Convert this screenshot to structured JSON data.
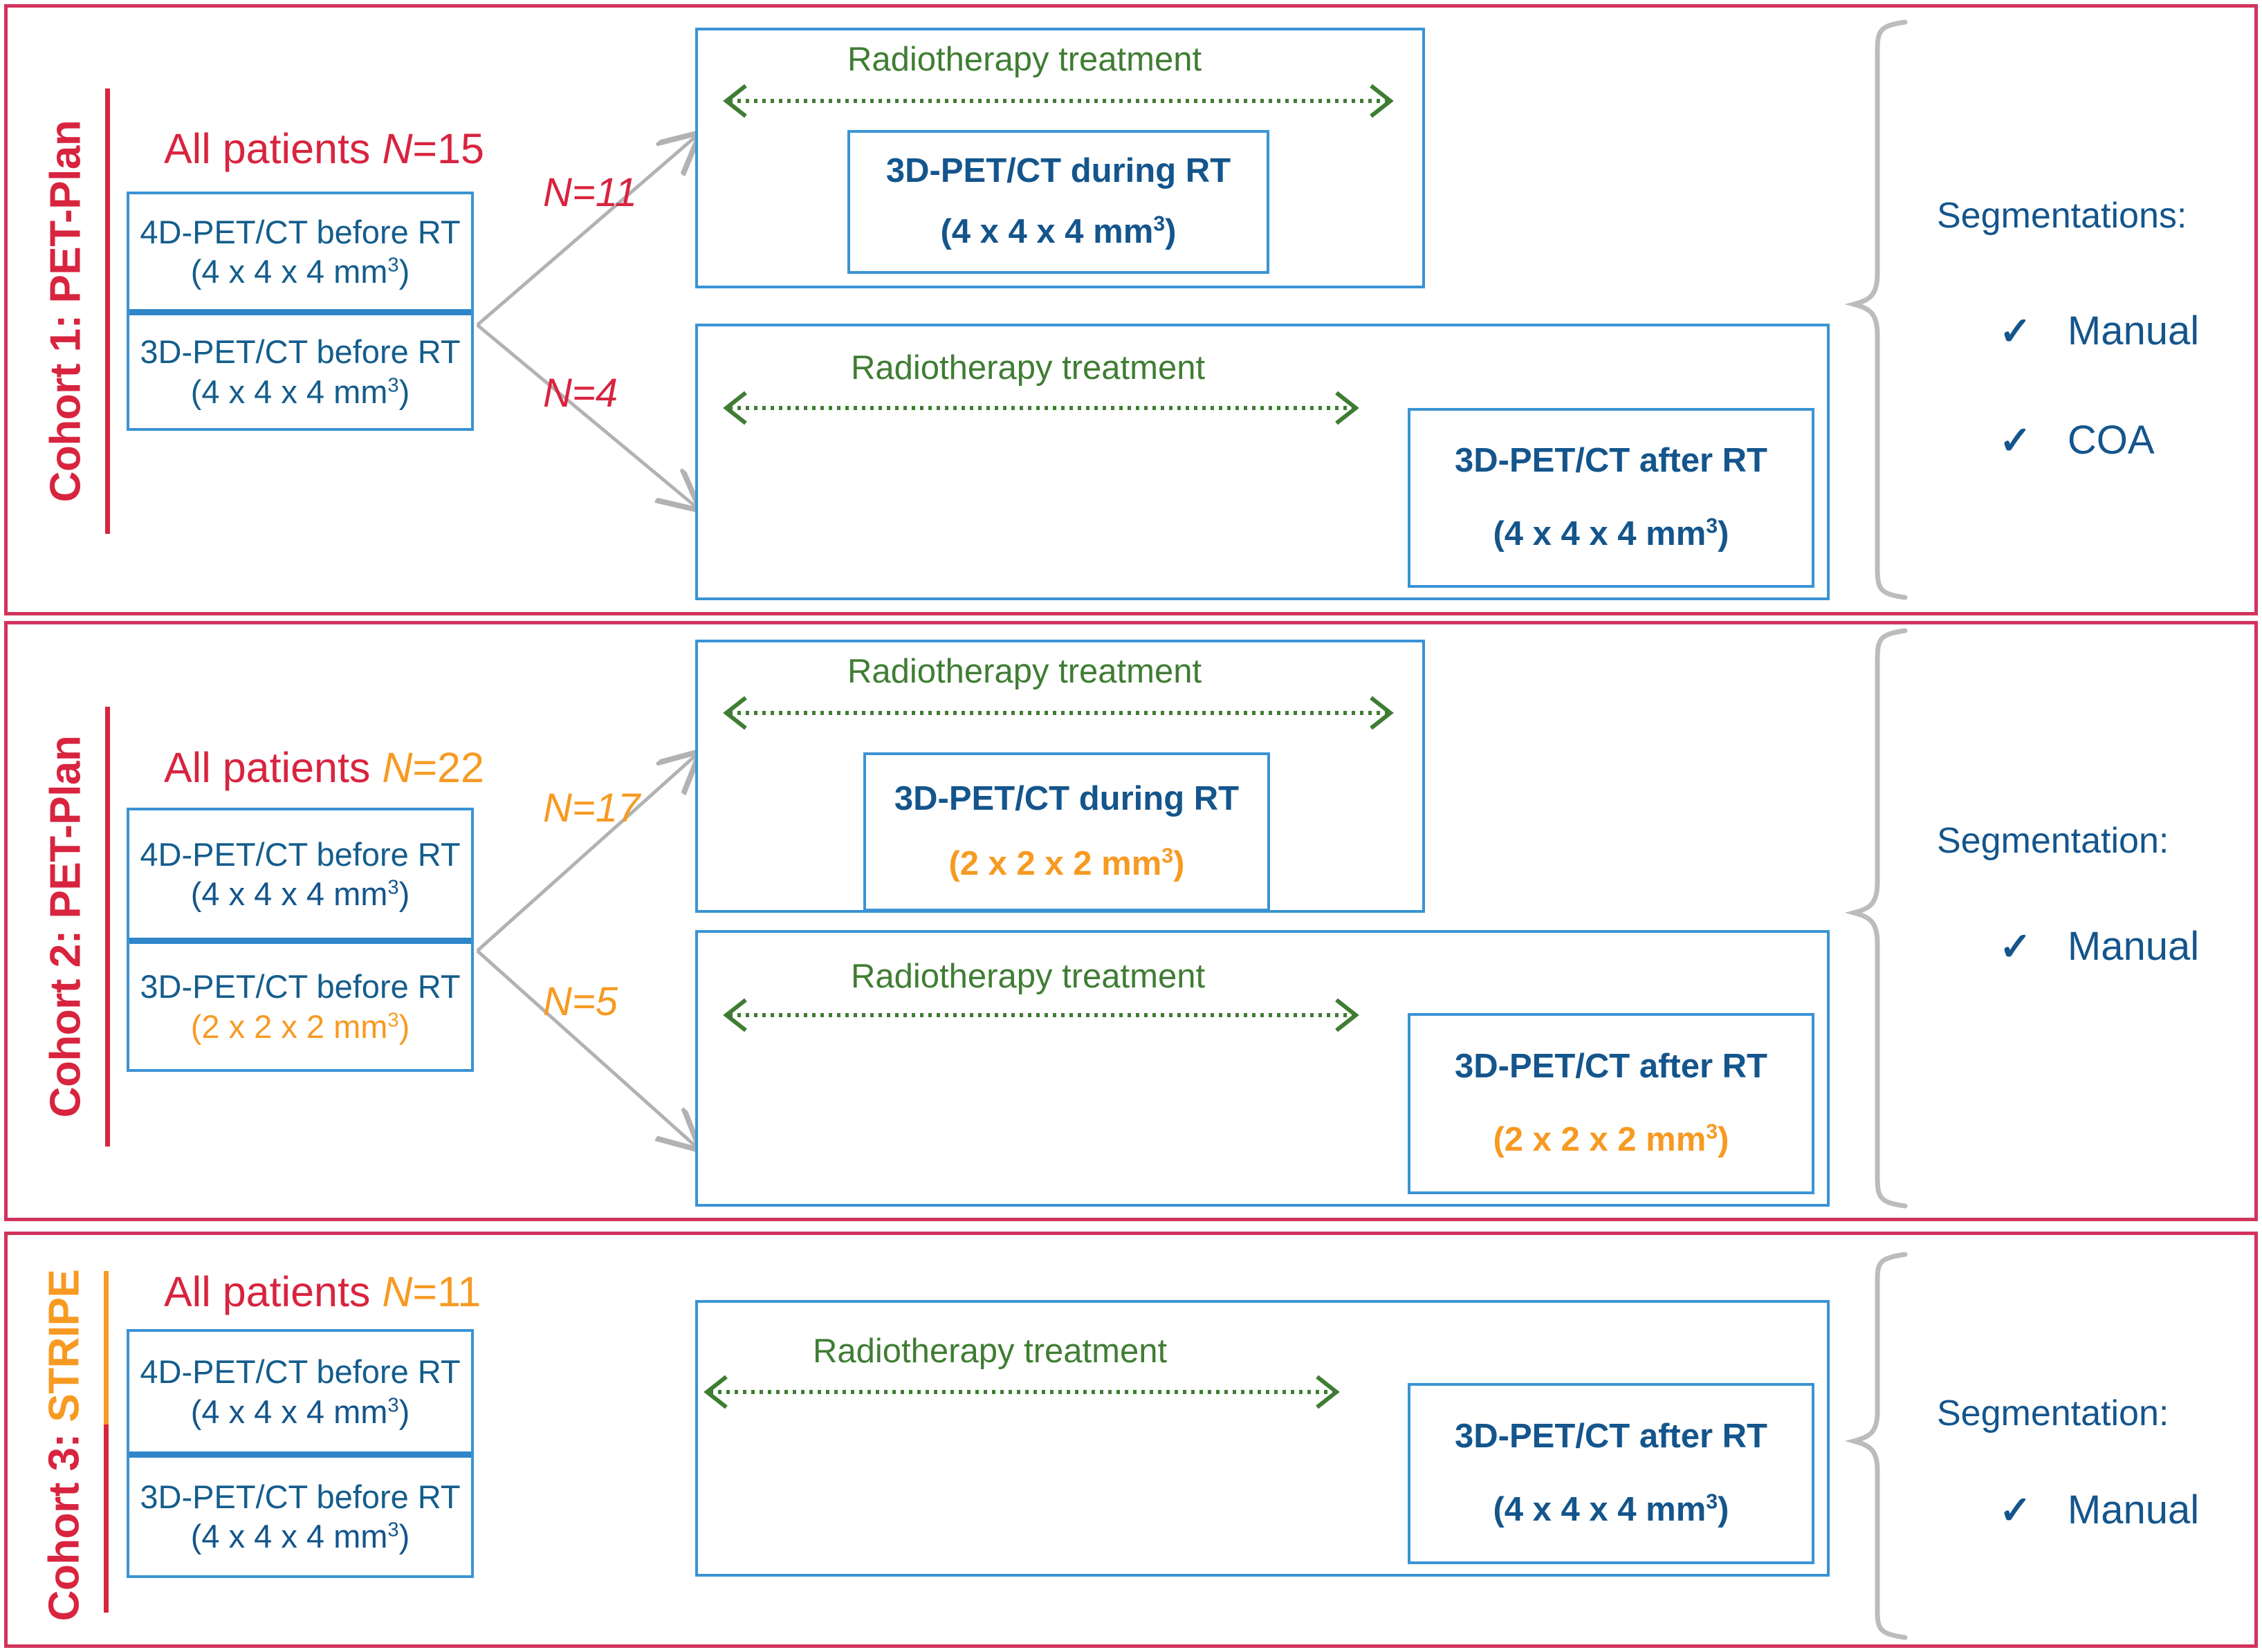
{
  "colors": {
    "frame_red": "#d2335c",
    "label_red": "#d8243f",
    "accent_orange": "#f79a22",
    "box_blue": "#3a93d4",
    "text_blue": "#14558c",
    "rt_green": "#3f7d33",
    "brace_gray": "#bcbcbc",
    "arrow_gray": "#b2b2b2"
  },
  "cohorts": [
    {
      "id": "cohort-1",
      "label_main": "Cohort 1: ",
      "label_accent": "PET-Plan",
      "label_accent_color": "red",
      "all_patients_text": "All patients ",
      "all_patients_n_prefix": "N",
      "all_patients_n_value": "=15",
      "all_patients_n_color": "red",
      "left_boxes": [
        {
          "title": "4D-PET/CT before RT",
          "res_open": "(4 x 4 x 4 mm",
          "res_sup": "3",
          "res_close": ")",
          "res_color": "blue"
        },
        {
          "title": "3D-PET/CT before RT",
          "res_open": "(4 x 4 x 4 mm",
          "res_sup": "3",
          "res_close": ")",
          "res_color": "blue"
        }
      ],
      "branches": [
        {
          "n_prefix": "N",
          "n_value": "=11",
          "color": "red"
        },
        {
          "n_prefix": "N",
          "n_value": "=4",
          "color": "red"
        }
      ],
      "rt_rows": [
        {
          "rt_label": "Radiotherapy treatment",
          "pet": {
            "title": "3D-PET/CT during RT",
            "res_open": "(4 x 4 x 4 mm",
            "res_sup": "3",
            "res_close": ")",
            "res_color": "blue"
          }
        },
        {
          "rt_label": "Radiotherapy treatment",
          "pet": {
            "title": "3D-PET/CT after  RT",
            "res_open": "(4 x 4 x 4 mm",
            "res_sup": "3",
            "res_close": ")",
            "res_color": "blue"
          }
        }
      ],
      "segmentation_title": "Segmentations:",
      "segmentation_items": [
        "Manual",
        "COA"
      ],
      "check_glyph": "✓"
    },
    {
      "id": "cohort-2",
      "label_main": "Cohort 2: ",
      "label_accent": "PET-Plan",
      "label_accent_color": "red",
      "all_patients_text": "All patients ",
      "all_patients_n_prefix": "N",
      "all_patients_n_value": "=22",
      "all_patients_n_color": "orange",
      "left_boxes": [
        {
          "title": "4D-PET/CT before RT",
          "res_open": "(4 x 4 x 4 mm",
          "res_sup": "3",
          "res_close": ")",
          "res_color": "blue"
        },
        {
          "title": "3D-PET/CT before RT",
          "res_open": "(2 x 2 x 2 mm",
          "res_sup": "3",
          "res_close": ")",
          "res_color": "orange"
        }
      ],
      "branches": [
        {
          "n_prefix": "N",
          "n_value": "=17",
          "color": "orange"
        },
        {
          "n_prefix": "N",
          "n_value": "=5",
          "color": "orange"
        }
      ],
      "rt_rows": [
        {
          "rt_label": "Radiotherapy treatment",
          "pet": {
            "title": "3D-PET/CT during RT",
            "res_open": "(2 x 2 x 2 mm",
            "res_sup": "3",
            "res_close": ")",
            "res_color": "orange"
          }
        },
        {
          "rt_label": "Radiotherapy treatment",
          "pet": {
            "title": "3D-PET/CT after  RT",
            "res_open": "(2 x 2 x 2 mm",
            "res_sup": "3",
            "res_close": ")",
            "res_color": "orange"
          }
        }
      ],
      "segmentation_title": "Segmentation:",
      "segmentation_items": [
        "Manual"
      ],
      "check_glyph": "✓"
    },
    {
      "id": "cohort-3",
      "label_main": "Cohort 3: ",
      "label_accent": "STRIPE",
      "label_accent_color": "orange",
      "all_patients_text": "All patients ",
      "all_patients_n_prefix": "N",
      "all_patients_n_value": "=11",
      "all_patients_n_color": "orange",
      "left_boxes": [
        {
          "title": "4D-PET/CT before RT",
          "res_open": "(4 x 4 x 4 mm",
          "res_sup": "3",
          "res_close": ")",
          "res_color": "blue"
        },
        {
          "title": "3D-PET/CT before RT",
          "res_open": "(4 x 4 x 4 mm",
          "res_sup": "3",
          "res_close": ")",
          "res_color": "blue"
        }
      ],
      "branches": [],
      "rt_rows": [
        {
          "rt_label": "Radiotherapy treatment",
          "pet": {
            "title": "3D-PET/CT after  RT",
            "res_open": "(4 x 4 x 4 mm",
            "res_sup": "3",
            "res_close": ")",
            "res_color": "blue"
          }
        }
      ],
      "segmentation_title": "Segmentation:",
      "segmentation_items": [
        "Manual"
      ],
      "check_glyph": "✓"
    }
  ]
}
